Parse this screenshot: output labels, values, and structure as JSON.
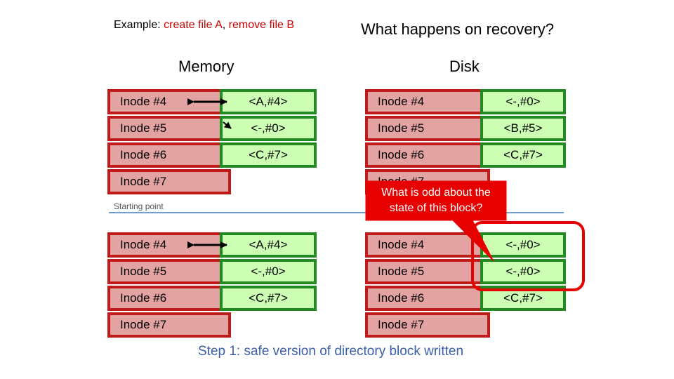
{
  "example": {
    "prefix": "Example: ",
    "action1": "create file A",
    "sep": ", ",
    "action2": "remove file B"
  },
  "question": "What happens on recovery?",
  "headers": {
    "memory": "Memory",
    "disk": "Disk"
  },
  "starting_point": "Starting point",
  "callout": "What is odd about the state of this block?",
  "step_caption": "Step 1: safe version of directory block written",
  "top": {
    "mem_inodes": [
      "Inode #4",
      "Inode #5",
      "Inode #6",
      "Inode #7"
    ],
    "mem_entries": [
      "<A,#4>",
      "<-,#0>",
      "<C,#7>"
    ],
    "disk_inodes": [
      "Inode #4",
      "Inode #5",
      "Inode #6",
      "Inode #7"
    ],
    "disk_entries": [
      "<-,#0>",
      "<B,#5>",
      "<C,#7>"
    ]
  },
  "bottom": {
    "mem_inodes": [
      "Inode #4",
      "Inode #5",
      "Inode #6",
      "Inode #7"
    ],
    "mem_entries": [
      "<A,#4>",
      "<-,#0>",
      "<C,#7>"
    ],
    "disk_inodes": [
      "Inode #4",
      "Inode #5",
      "Inode #6",
      "Inode #7"
    ],
    "disk_entries": [
      "<-,#0>",
      "<-,#0>",
      "<C,#7>"
    ]
  },
  "colors": {
    "inode_fill": "#e4a3a3",
    "inode_border": "#bf1b1b",
    "entry_fill": "#ccffb3",
    "entry_border": "#218a21",
    "callout_fill": "#e60000",
    "highlight": "#e60000",
    "divider": "#6d9ec9",
    "caption": "#3a5fa8"
  }
}
